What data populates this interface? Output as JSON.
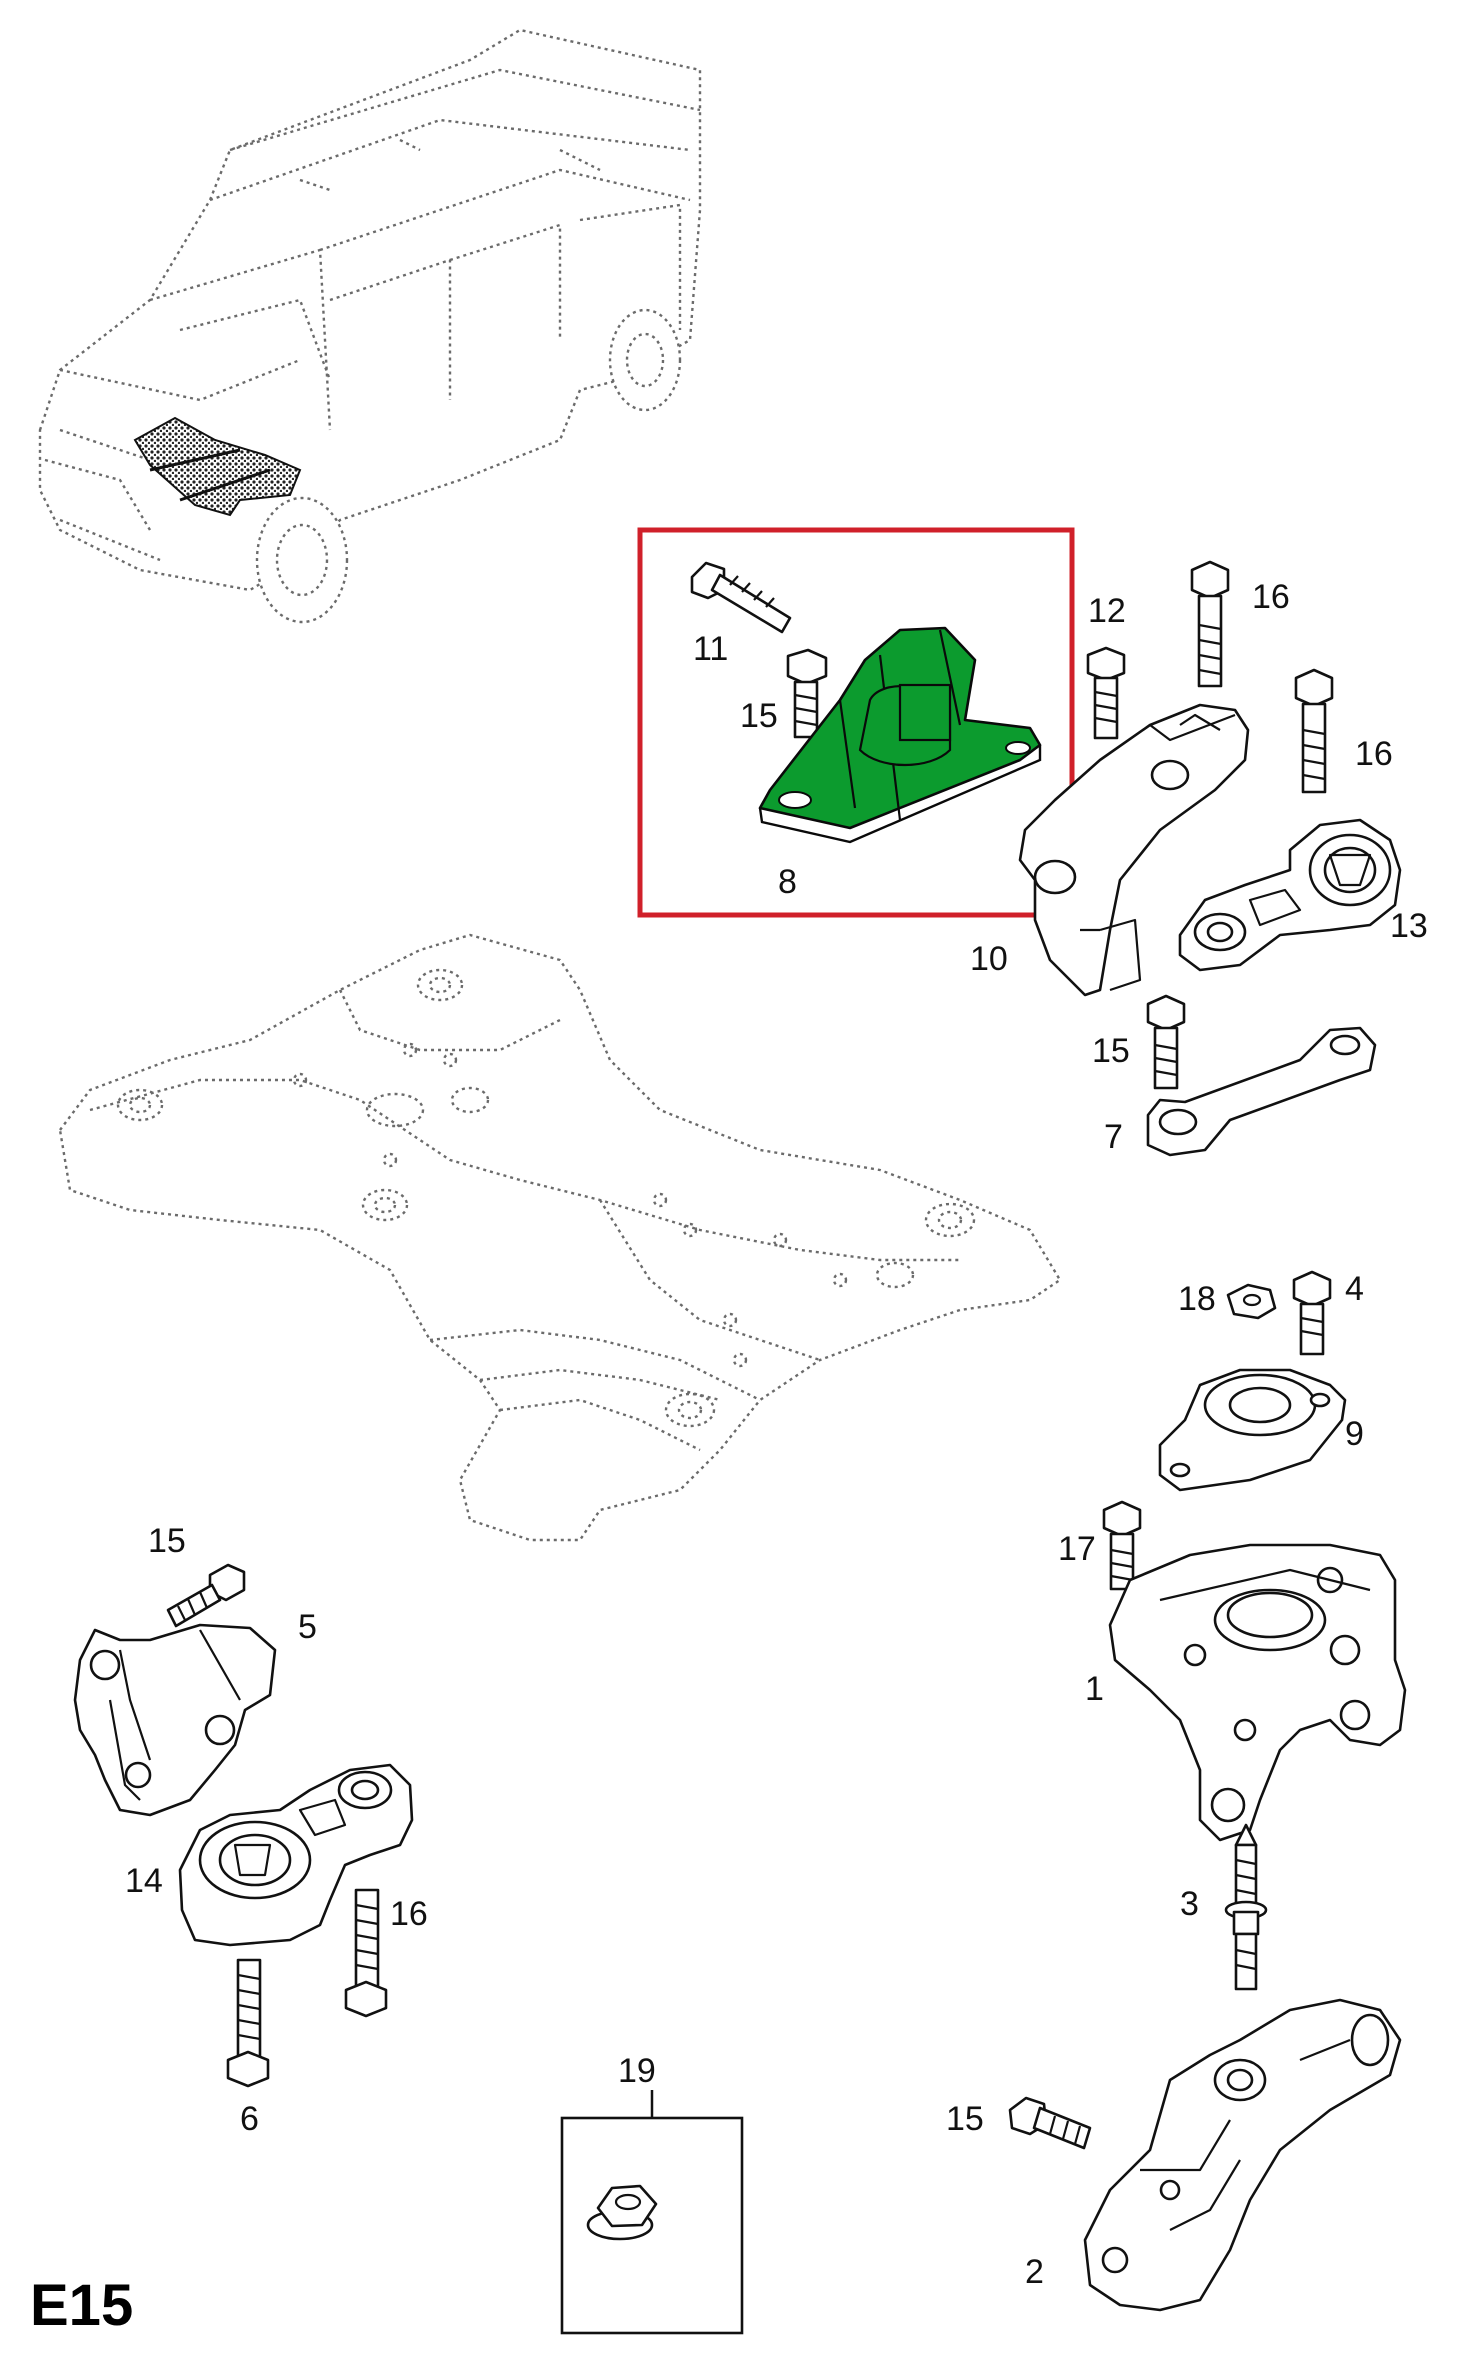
{
  "diagram_code": "E15",
  "highlight_color": "#d0202a",
  "selected_part_color": "#0c9b2e",
  "callouts": {
    "n1": "1",
    "n2": "2",
    "n3": "3",
    "n4": "4",
    "n5": "5",
    "n6": "6",
    "n7": "7",
    "n8": "8",
    "n9": "9",
    "n10": "10",
    "n11": "11",
    "n12": "12",
    "n13": "13",
    "n14": "14",
    "n15a": "15",
    "n15b": "15",
    "n15c": "15",
    "n15d": "15",
    "n16a": "16",
    "n16b": "16",
    "n16c": "16",
    "n17": "17",
    "n18": "18",
    "n19": "19"
  }
}
